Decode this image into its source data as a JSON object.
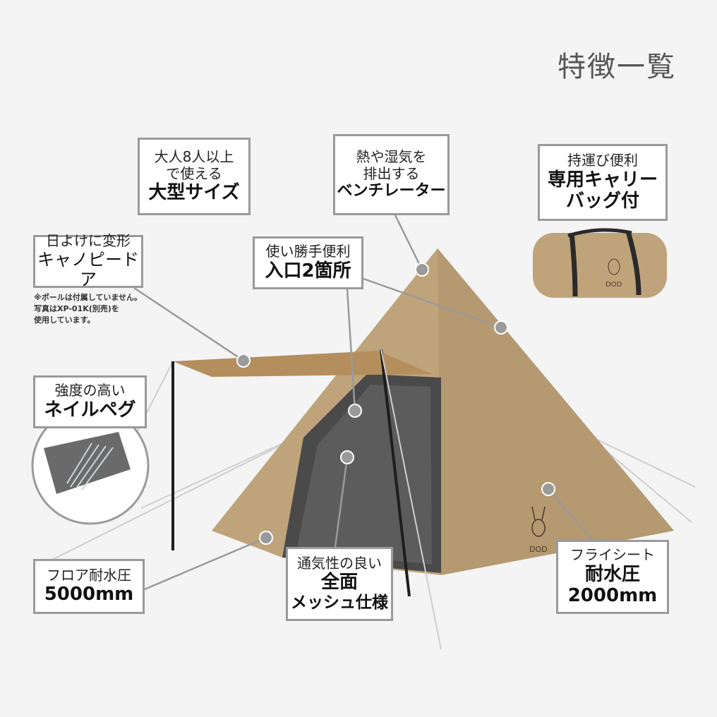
{
  "title": "特徴一覧",
  "colors": {
    "tent": "#bfa37a",
    "tent_shadow": "#a88c62",
    "mesh": "#4a4a4a",
    "box_border": "#9a9a9a",
    "dot": "#9a9a9a"
  },
  "callouts": [
    {
      "lines": [
        "大人8人以上",
        "で使える",
        "大型サイズ"
      ]
    },
    {
      "lines": [
        "熱や湿気を",
        "排出する",
        "ベンチレーター"
      ]
    },
    {
      "lines": [
        "持運び便利",
        "専用キャリー",
        "バッグ付"
      ]
    },
    {
      "lines": [
        "日よけに変形",
        "キャノピードア"
      ]
    },
    {
      "lines": [
        "使い勝手便利",
        "入口2箇所"
      ]
    },
    {
      "lines": [
        "強度の高い",
        "ネイルペグ"
      ]
    },
    {
      "lines": [
        "フロア耐水圧",
        "5000mm"
      ]
    },
    {
      "lines": [
        "通気性の良い",
        "全面",
        "メッシュ仕様"
      ]
    },
    {
      "lines": [
        "フライシート",
        "耐水圧",
        "2000mm"
      ]
    }
  ],
  "note": [
    "※ポールは付属していません。",
    "写真はXP-01K(別売)を",
    "使用しています。"
  ],
  "logo": "DOD"
}
